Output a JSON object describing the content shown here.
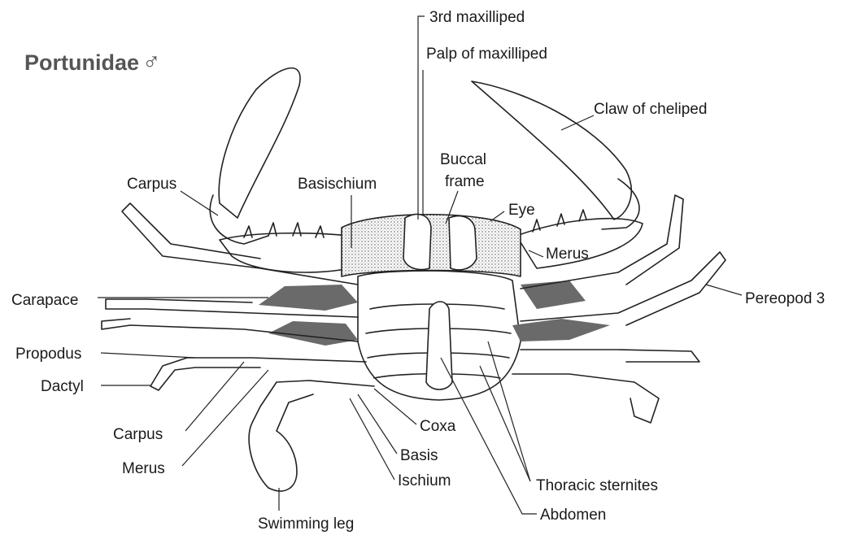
{
  "title": "Portunidae",
  "title_symbol": "♂",
  "labels": {
    "third_maxilliped": "3rd maxilliped",
    "palp_of_maxilliped": "Palp of maxilliped",
    "claw_of_cheliped": "Claw of cheliped",
    "carpus_upper": "Carpus",
    "basischium": "Basischium",
    "buccal": "Buccal",
    "frame": "frame",
    "eye": "Eye",
    "merus_upper": "Merus",
    "carapace": "Carapace",
    "pereopod_3": "Pereopod 3",
    "propodus": "Propodus",
    "dactyl": "Dactyl",
    "carpus_lower": "Carpus",
    "merus_lower": "Merus",
    "coxa": "Coxa",
    "basis": "Basis",
    "ischium": "Ischium",
    "thoracic_sternites": "Thoracic sternites",
    "abdomen": "Abdomen",
    "swimming_leg": "Swimming leg"
  },
  "colors": {
    "line": "#222222",
    "shade": "#6a6a6a",
    "title": "#555555"
  }
}
